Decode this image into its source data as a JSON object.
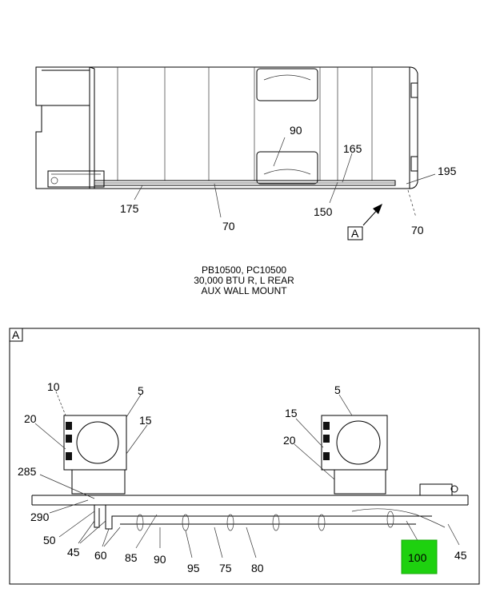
{
  "caption": {
    "line1": "PB10500, PC10500",
    "line2": "30,000 BTU R, L REAR",
    "line3": "AUX WALL MOUNT"
  },
  "view_marker": "A",
  "detail_frame_label": "A",
  "top_callouts": [
    "90",
    "165",
    "195",
    "175",
    "70",
    "150",
    "70"
  ],
  "detail_callouts": [
    "10",
    "5",
    "20",
    "15",
    "5",
    "15",
    "20",
    "285",
    "290",
    "50",
    "45",
    "60",
    "85",
    "90",
    "95",
    "75",
    "80",
    "45"
  ],
  "highlighted_callout": "100",
  "colors": {
    "highlight": "#1ed10f",
    "line": "#000000"
  }
}
